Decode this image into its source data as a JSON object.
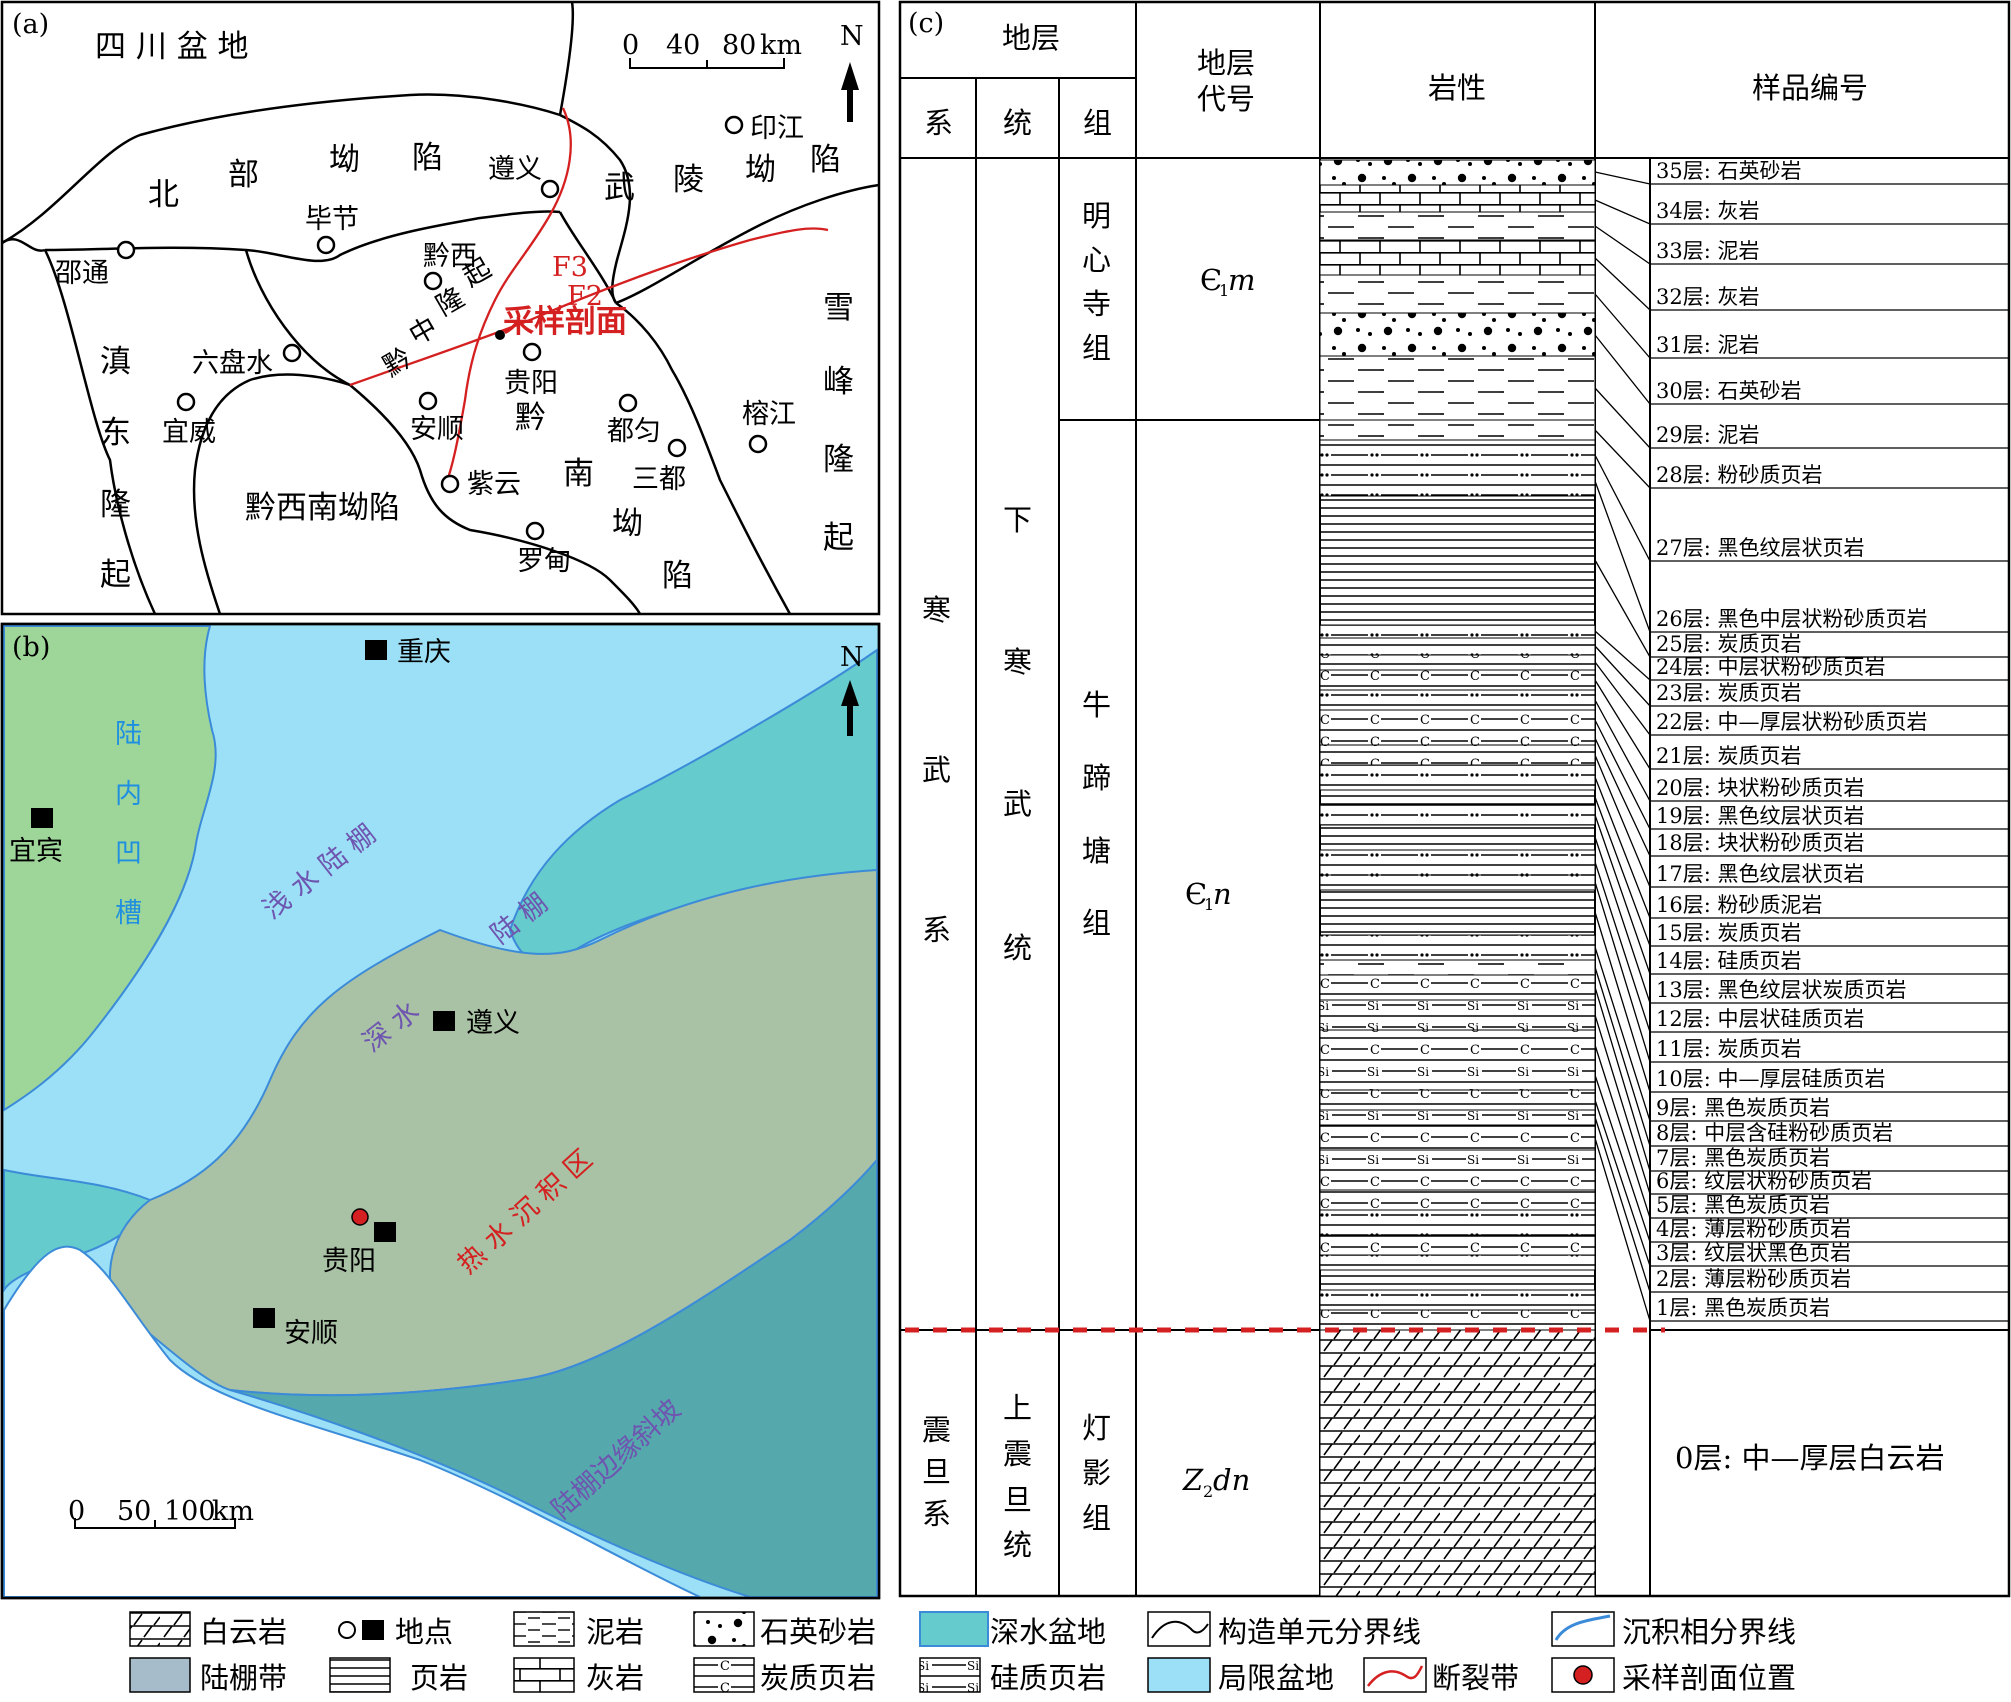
{
  "panel_a": {
    "label": "(a)",
    "regions": {
      "sichuan": "四  川  盆  地",
      "north_depression": [
        "北",
        "部",
        "坳",
        "陷"
      ],
      "wuling": [
        "武",
        "陵",
        "坳",
        "陷"
      ],
      "qianzhong": [
        "黔",
        "中",
        "隆",
        "起"
      ],
      "diandong": [
        "滇",
        "东",
        "隆",
        "起"
      ],
      "xuefeng": [
        "雪",
        "峰",
        "隆",
        "起"
      ],
      "qianxinan": "黔西南坳陷",
      "qiannan": [
        "黔",
        "南",
        "坳",
        "陷"
      ]
    },
    "places": {
      "zunyi": "遵义",
      "yinjiang": "印江",
      "bijie": "毕节",
      "qianxi": "黔西",
      "shaotong": "邵通",
      "liupanshui": "六盘水",
      "xuanwei": "宜威",
      "guiyang": "贵阳",
      "anshun": "安顺",
      "duyun": "都匀",
      "sandu": "三都",
      "rongjiang": "榕江",
      "ziyun": "紫云",
      "luodian": "罗甸"
    },
    "faults": {
      "f3": "F3",
      "f2": "F2"
    },
    "profile": "采样剖面",
    "scale": {
      "t0": "0",
      "t1": "40",
      "t2": "80",
      "unit": "km"
    },
    "north": "N"
  },
  "panel_b": {
    "label": "(b)",
    "places": {
      "chongqing": "重庆",
      "yibin": "宜宾",
      "zunyi": "遵义",
      "guiyang": "贵阳",
      "anshun": "安顺"
    },
    "zones": {
      "intracratonic": [
        "陆",
        "内",
        "凹",
        "槽"
      ],
      "shallow": "浅  水  陆  棚",
      "shelf_right": "陆  棚",
      "deep": "深  水",
      "hydrothermal": "热  水  沉  积  区",
      "slope": "陆棚边缘斜坡"
    },
    "scale": {
      "t0": "0",
      "t1": "50",
      "t2": "100",
      "unit": "km"
    },
    "north": "N"
  },
  "panel_c": {
    "label": "(c)",
    "headers": {
      "strata": "地层",
      "system": "系",
      "series": "统",
      "formation": "组",
      "code_l1": "地层",
      "code_l2": "代号",
      "lithology": "岩性",
      "sample": "样品编号"
    },
    "systems": {
      "cambrian": [
        "寒",
        "武",
        "系"
      ],
      "sinian": [
        "震",
        "旦",
        "系"
      ]
    },
    "series": {
      "lower_cambrian": [
        "下",
        "寒",
        "武",
        "统"
      ],
      "upper_sinian": [
        "上",
        "震",
        "旦",
        "统"
      ]
    },
    "formations": {
      "mingxinsi": [
        "明",
        "心",
        "寺",
        "组"
      ],
      "niutitang": [
        "牛",
        "蹄",
        "塘",
        "组"
      ],
      "dengying": [
        "灯",
        "影",
        "组"
      ]
    },
    "codes": {
      "m_main": "Є",
      "m_sub": "1",
      "m_tail": "m",
      "n_main": "Є",
      "n_sub": "1",
      "n_tail": "n",
      "z_main": "Z",
      "z_sub": "2",
      "z_tail": "dn"
    },
    "samples": [
      "35层: 石英砂岩",
      "34层: 灰岩",
      "33层: 泥岩",
      "32层: 灰岩",
      "31层: 泥岩",
      "30层: 石英砂岩",
      "29层: 泥岩",
      "28层: 粉砂质页岩",
      "27层: 黑色纹层状页岩",
      "26层: 黑色中层状粉砂质页岩",
      "25层: 炭质页岩",
      "24层: 中层状粉砂质页岩",
      "23层: 炭质页岩",
      "22层: 中—厚层状粉砂质页岩",
      "21层: 炭质页岩",
      "20层: 块状粉砂质页岩",
      "19层: 黑色纹层状页岩",
      "18层: 块状粉砂质页岩",
      "17层: 黑色纹层状页岩",
      "16层: 粉砂质泥岩",
      "15层: 炭质页岩",
      "14层: 硅质页岩",
      "13层: 黑色纹层状炭质页岩",
      "12层: 中层状硅质页岩",
      "11层: 炭质页岩",
      "10层: 中—厚层硅质页岩",
      "9层: 黑色炭质页岩",
      "8层: 中层含硅粉砂质页岩",
      "7层: 黑色炭质页岩",
      "6层: 纹层状粉砂质页岩",
      "5层: 黑色炭质页岩",
      "4层: 薄层粉砂质页岩",
      "3层: 纹层状黑色页岩",
      "2层: 薄层粉砂质页岩",
      "1层: 黑色炭质页岩"
    ],
    "sample_0": "0层: 中—厚层白云岩"
  },
  "legend": {
    "dolomite": "白云岩",
    "location": "地点",
    "mudstone": "泥岩",
    "quartz_sandstone": "石英砂岩",
    "deep_basin": "深水盆地",
    "tectonic_boundary": "构造单元分界线",
    "facies_boundary": "沉积相分界线",
    "shelf": "陆棚带",
    "shale": "页岩",
    "limestone": "灰岩",
    "carbon_shale": "炭质页岩",
    "siliceous_shale": "硅质页岩",
    "restricted_basin": "局限盆地",
    "fault_zone": "断裂带",
    "profile_pos": "采样剖面位置"
  },
  "colors": {
    "green": "#9ed69a",
    "light_blue": "#9be0f6",
    "teal": "#66cbcc",
    "olive": "#a9c2a5",
    "dark_teal": "#55a9ac",
    "grey_blue": "#a6bccb",
    "red": "#d42020",
    "purple": "#6e55b0"
  }
}
